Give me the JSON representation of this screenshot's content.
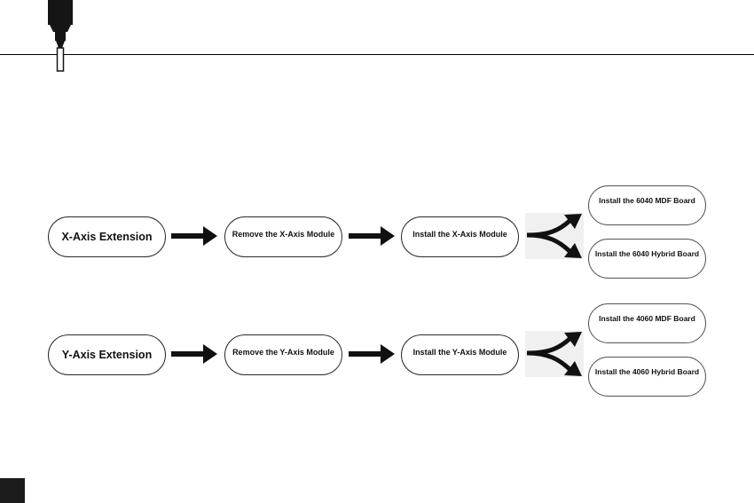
{
  "colors": {
    "ink": "#111111",
    "rule": "#000000",
    "split_bg": "#f0f0f0"
  },
  "header": {
    "icon": "cnc-spindle-icon"
  },
  "rows": [
    {
      "start": "X-Axis Extension",
      "step1": "Remove the X-Axis Module",
      "step2": "Install the X-Axis Module",
      "options": [
        "Install the 6040 MDF Board",
        "Install the 6040 Hybrid Board"
      ]
    },
    {
      "start": "Y-Axis Extension",
      "step1": "Remove the Y-Axis Module",
      "step2": "Install the Y-Axis Module",
      "options": [
        "Install the 4060 MDF Board",
        "Install the 4060 Hybrid Board"
      ]
    }
  ]
}
